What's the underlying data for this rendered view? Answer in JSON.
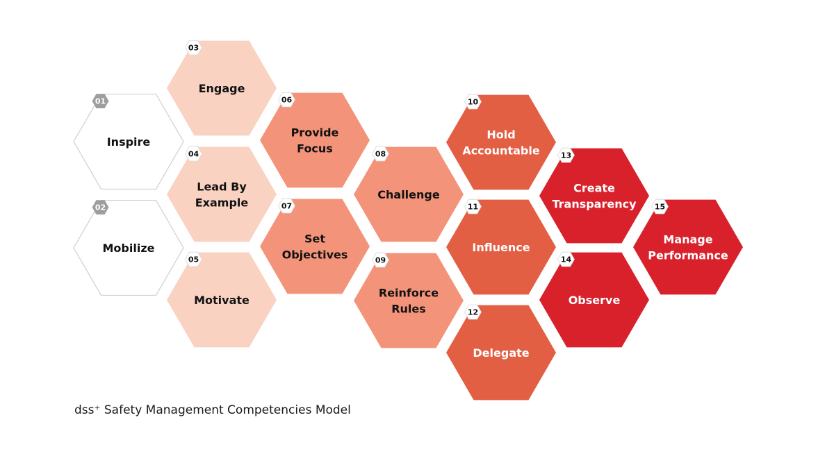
{
  "caption": "dss⁺ Safety Management Competencies Model",
  "colors": {
    "white_fill": "#ffffff",
    "white_stroke": "#cfcfcf",
    "peach": "#f9d2c2",
    "salmon": "#f3947a",
    "coral": "#e35f44",
    "red": "#d9212c",
    "badge_gray": "#9e9e9e",
    "text_dark": "#111111",
    "text_light": "#ffffff"
  },
  "competencies": [
    {
      "num": "01",
      "lines": [
        "Inspire"
      ],
      "style": "white",
      "icon": "hexagon-outline"
    },
    {
      "num": "02",
      "lines": [
        "Mobilize"
      ],
      "style": "white",
      "icon": "hexagon-outline"
    },
    {
      "num": "03",
      "lines": [
        "Engage"
      ],
      "style": "peach",
      "icon": "hexagon"
    },
    {
      "num": "04",
      "lines": [
        "Lead By",
        "Example"
      ],
      "style": "peach",
      "icon": "hexagon"
    },
    {
      "num": "05",
      "lines": [
        "Motivate"
      ],
      "style": "peach",
      "icon": "hexagon"
    },
    {
      "num": "06",
      "lines": [
        "Provide",
        "Focus"
      ],
      "style": "salmon",
      "icon": "hexagon"
    },
    {
      "num": "07",
      "lines": [
        "Set",
        "Objectives"
      ],
      "style": "salmon",
      "icon": "hexagon"
    },
    {
      "num": "08",
      "lines": [
        "Challenge"
      ],
      "style": "salmon",
      "icon": "hexagon"
    },
    {
      "num": "09",
      "lines": [
        "Reinforce",
        "Rules"
      ],
      "style": "salmon",
      "icon": "hexagon"
    },
    {
      "num": "10",
      "lines": [
        "Hold",
        "Accountable"
      ],
      "style": "coral",
      "icon": "hexagon"
    },
    {
      "num": "11",
      "lines": [
        "Influence"
      ],
      "style": "coral",
      "icon": "hexagon"
    },
    {
      "num": "12",
      "lines": [
        "Delegate"
      ],
      "style": "coral",
      "icon": "hexagon"
    },
    {
      "num": "13",
      "lines": [
        "Create",
        "Transparency"
      ],
      "style": "red",
      "icon": "hexagon"
    },
    {
      "num": "14",
      "lines": [
        "Observe"
      ],
      "style": "red",
      "icon": "hexagon"
    },
    {
      "num": "15",
      "lines": [
        "Manage",
        "Performance"
      ],
      "style": "red",
      "icon": "hexagon"
    }
  ]
}
